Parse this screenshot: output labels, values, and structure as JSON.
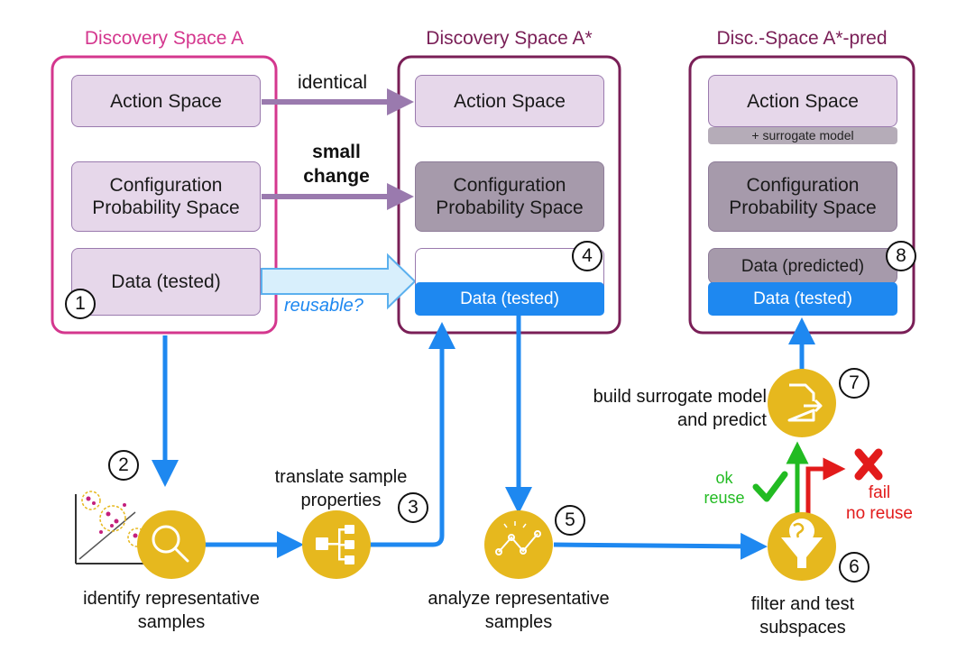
{
  "titles": {
    "space_a": "Discovery Space A",
    "space_a_star": "Discovery Space A*",
    "space_pred": "Disc.-Space A*-pred"
  },
  "space_a": {
    "action": "Action Space",
    "config_line1": "Configuration",
    "config_line2": "Probability Space",
    "data": "Data (tested)"
  },
  "space_a_star": {
    "action": "Action Space",
    "config_line1": "Configuration",
    "config_line2": "Probability Space",
    "data": "Data (tested)"
  },
  "space_pred": {
    "action": "Action Space",
    "surrogate_tag": "+ surrogate model",
    "config_line1": "Configuration",
    "config_line2": "Probability Space",
    "data_predicted": "Data (predicted)",
    "data_tested": "Data (tested)"
  },
  "arrows": {
    "identical": "identical",
    "small_change_1": "small",
    "small_change_2": "change",
    "reusable": "reusable?"
  },
  "steps": {
    "n1": "1",
    "n2": "2",
    "n3": "3",
    "n4": "4",
    "n5": "5",
    "n6": "6",
    "n7": "7",
    "n8": "8",
    "identify_1": "identify representative",
    "identify_2": "samples",
    "translate_1": "translate sample",
    "translate_2": "properties",
    "analyze_1": "analyze representative",
    "analyze_2": "samples",
    "filter_1": "filter and test",
    "filter_2": "subspaces",
    "build_1": "build surrogate model",
    "build_2": "and predict",
    "ok_1": "ok",
    "ok_2": "reuse",
    "fail_1": "fail",
    "fail_2": "no reuse"
  },
  "colors": {
    "magenta": "#d4378e",
    "plum": "#7a1f57",
    "blue": "#1e88f0",
    "gold": "#e6b81e",
    "green": "#22bb22",
    "red": "#e21b1b"
  },
  "icons": [
    "search-icon",
    "hierarchy-icon",
    "line-chart-icon",
    "globe-filter-icon",
    "document-export-icon",
    "scatter-plot-icon",
    "checkmark-icon",
    "cross-icon"
  ]
}
